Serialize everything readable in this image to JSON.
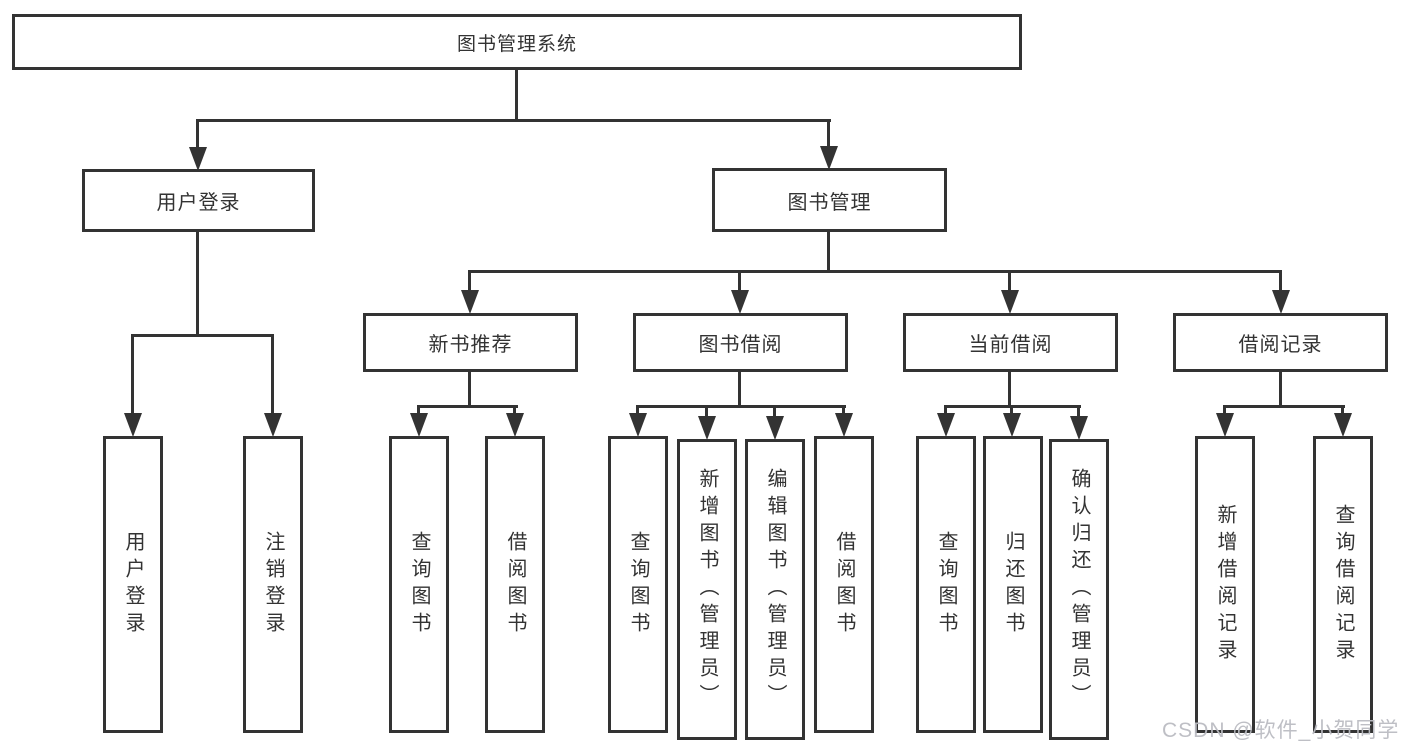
{
  "colors": {
    "line": "#333333",
    "text": "#333333",
    "background": "#ffffff",
    "watermark": "#babcc2"
  },
  "watermark": "CSDN @软件_小贺同学",
  "tree": {
    "label": "图书管理系统",
    "children": [
      {
        "label": "用户登录",
        "children": [
          {
            "label": "用户登录"
          },
          {
            "label": "注销登录"
          }
        ]
      },
      {
        "label": "图书管理",
        "children": [
          {
            "label": "新书推荐",
            "children": [
              {
                "label": "查询图书"
              },
              {
                "label": "借阅图书"
              }
            ]
          },
          {
            "label": "图书借阅",
            "children": [
              {
                "label": "查询图书"
              },
              {
                "label": "新增图书（管理员）"
              },
              {
                "label": "编辑图书（管理员）"
              },
              {
                "label": "借阅图书"
              }
            ]
          },
          {
            "label": "当前借阅",
            "children": [
              {
                "label": "查询图书"
              },
              {
                "label": "归还图书"
              },
              {
                "label": "确认归还（管理员）"
              }
            ]
          },
          {
            "label": "借阅记录",
            "children": [
              {
                "label": "新增借阅记录"
              },
              {
                "label": "查询借阅记录"
              }
            ]
          }
        ]
      }
    ]
  }
}
